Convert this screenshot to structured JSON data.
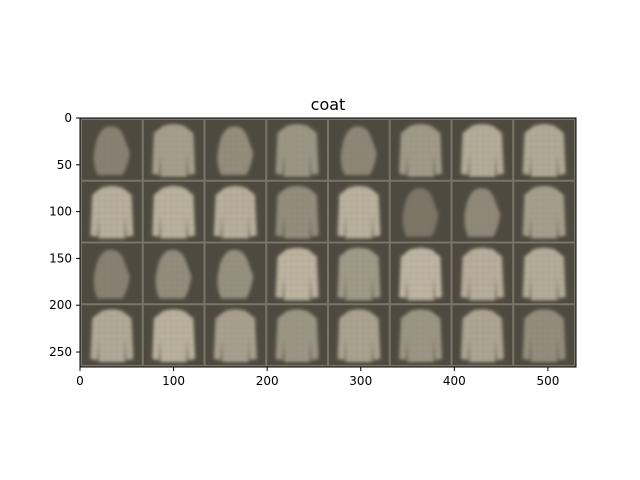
{
  "title": "coat",
  "grid": {
    "rows": 4,
    "cols": 8
  },
  "axes": {
    "x_ticks": [
      "0",
      "100",
      "200",
      "300",
      "400",
      "500"
    ],
    "y_ticks": [
      "0",
      "50",
      "100",
      "150",
      "200",
      "250"
    ],
    "xlim": [
      0,
      530
    ],
    "ylim": [
      266,
      0
    ]
  },
  "colors": {
    "background_dark": "#4f4a3f",
    "separator": "#7a7466",
    "garment_light": "#cfc6b2",
    "garment_mid": "#a39a86"
  },
  "tiles": [
    {
      "shape": "blob",
      "tone": 0.45
    },
    {
      "shape": "coat",
      "tone": 0.7
    },
    {
      "shape": "blob",
      "tone": 0.55
    },
    {
      "shape": "coat",
      "tone": 0.62
    },
    {
      "shape": "blob",
      "tone": 0.5
    },
    {
      "shape": "coat",
      "tone": 0.66
    },
    {
      "shape": "coat",
      "tone": 0.82
    },
    {
      "shape": "coat",
      "tone": 0.8
    },
    {
      "shape": "coat",
      "tone": 0.85
    },
    {
      "shape": "coat",
      "tone": 0.86
    },
    {
      "shape": "coat",
      "tone": 0.84
    },
    {
      "shape": "coat",
      "tone": 0.55
    },
    {
      "shape": "coat",
      "tone": 0.86
    },
    {
      "shape": "blob",
      "tone": 0.35
    },
    {
      "shape": "blob",
      "tone": 0.52
    },
    {
      "shape": "coat",
      "tone": 0.7
    },
    {
      "shape": "blob",
      "tone": 0.45
    },
    {
      "shape": "blob",
      "tone": 0.55
    },
    {
      "shape": "blob",
      "tone": 0.58
    },
    {
      "shape": "coat",
      "tone": 0.88
    },
    {
      "shape": "coat",
      "tone": 0.66
    },
    {
      "shape": "coat",
      "tone": 0.9
    },
    {
      "shape": "coat",
      "tone": 0.84
    },
    {
      "shape": "coat",
      "tone": 0.82
    },
    {
      "shape": "coat",
      "tone": 0.8
    },
    {
      "shape": "coat",
      "tone": 0.86
    },
    {
      "shape": "coat",
      "tone": 0.72
    },
    {
      "shape": "coat",
      "tone": 0.62
    },
    {
      "shape": "coat",
      "tone": 0.74
    },
    {
      "shape": "coat",
      "tone": 0.62
    },
    {
      "shape": "coat",
      "tone": 0.76
    },
    {
      "shape": "coat",
      "tone": 0.55
    }
  ]
}
